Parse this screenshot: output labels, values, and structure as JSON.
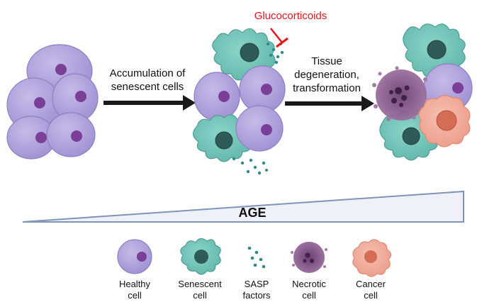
{
  "labels": {
    "accumulation_line1": "Accumulation of",
    "accumulation_line2": "senescent cells",
    "tissue_line1": "Tissue",
    "tissue_line2": "degeneration,",
    "tissue_line3": "transformation",
    "glucocorticoids": "Glucocorticoids",
    "age": "AGE"
  },
  "legend": [
    {
      "line1": "Healthy",
      "line2": "cell",
      "icon": "healthy-cell-icon"
    },
    {
      "line1": "Senescent",
      "line2": "cell",
      "icon": "senescent-cell-icon"
    },
    {
      "line1": "SASP",
      "line2": "factors",
      "icon": "sasp-factors-icon"
    },
    {
      "line1": "Necrotic",
      "line2": "cell",
      "icon": "necrotic-cell-icon"
    },
    {
      "line1": "Cancer",
      "line2": "cell",
      "icon": "cancer-cell-icon"
    }
  ],
  "colors": {
    "healthy_fill": "#ad9fd9",
    "healthy_stroke": "#8f7fc4",
    "healthy_nucleus": "#7b3f98",
    "senescent_fill": "#6fc2b6",
    "senescent_stroke": "#4f9e92",
    "senescent_nucleus": "#2e5a58",
    "sasp": "#2f8a85",
    "necrotic_fill": "#8a5b8e",
    "necrotic_dark": "#4a2a52",
    "cancer_fill": "#f0a391",
    "cancer_nucleus": "#d56c55",
    "inhibitor": "#e8141c",
    "arrow": "#1a1a1a",
    "age_triangle_fill": "#eef1f8",
    "age_triangle_stroke": "#8094b8"
  }
}
